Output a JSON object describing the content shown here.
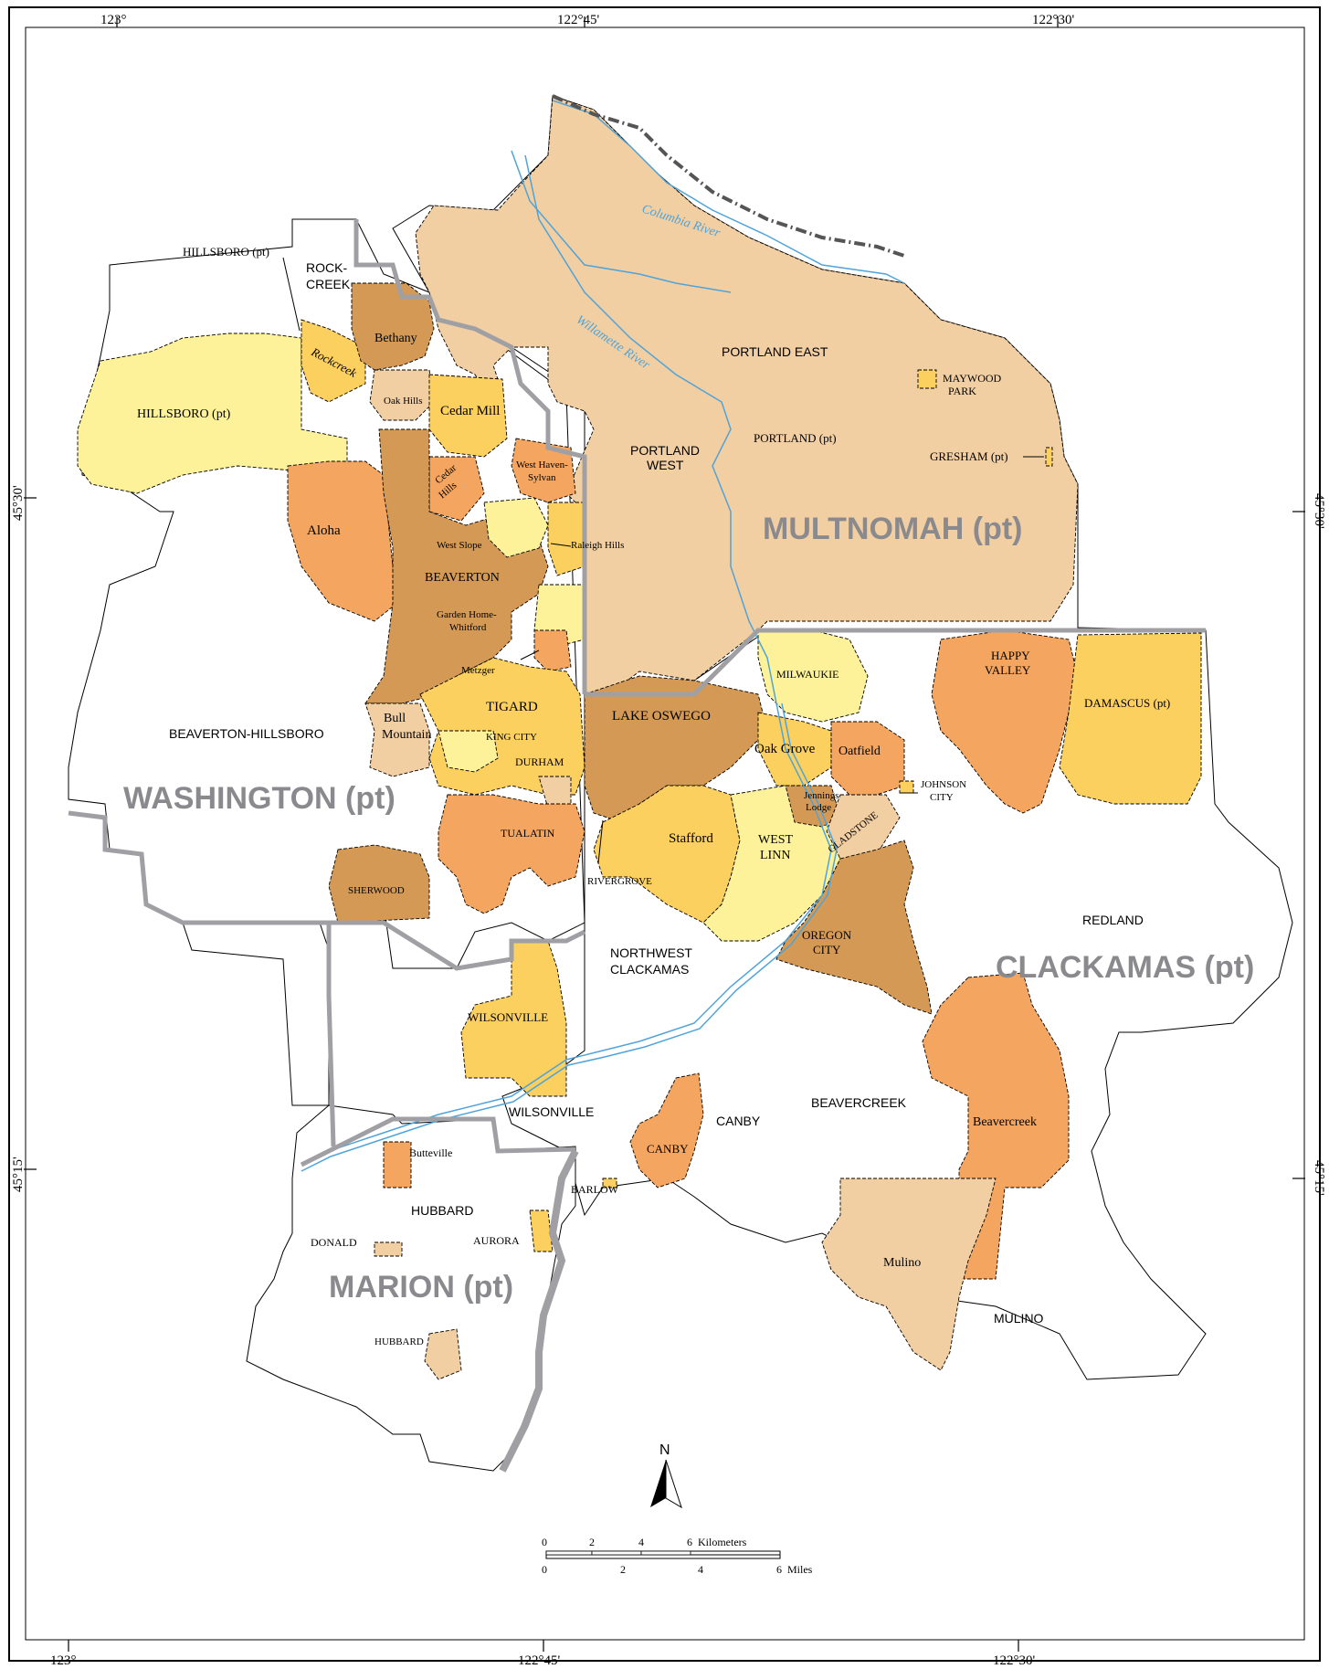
{
  "colors": {
    "frame": "#000000",
    "county_line": "#a0a0a4",
    "county_label": "#8a8a8e",
    "river": "#4fa3d9",
    "place_light_yellow": "#fdf29a",
    "place_gold": "#fcd05f",
    "place_orange": "#f4a660",
    "place_brown": "#d49a55",
    "place_tan": "#f2cfa2",
    "outline": "#000000"
  },
  "graticule": {
    "top": [
      "123°",
      "122°45'",
      "122°30'"
    ],
    "bottom": [
      "123°",
      "122°45'",
      "122°30'"
    ],
    "left": [
      "45°30'",
      "45°15'"
    ],
    "right": [
      "45°30'",
      "45°15'"
    ]
  },
  "counties": [
    {
      "id": "multnomah",
      "label": "MULTNOMAH (pt)"
    },
    {
      "id": "washington",
      "label": "WASHINGTON (pt)"
    },
    {
      "id": "clackamas",
      "label": "CLACKAMAS (pt)"
    },
    {
      "id": "marion",
      "label": "MARION (pt)"
    }
  ],
  "ccds": [
    "ROCK-",
    "CREEK",
    "PORTLAND EAST",
    "PORTLAND",
    "WEST",
    "BEAVERTON-HILLSBORO",
    "NORTHWEST",
    "CLACKAMAS",
    "REDLAND",
    "CANBY",
    "BEAVERCREEK",
    "MULINO",
    "WILSONVILLE",
    "HUBBARD"
  ],
  "places": [
    "HILLSBORO (pt)",
    "HILLSBORO (pt)",
    "Rockcreek",
    "Bethany",
    "Oak Hills",
    "Cedar Mill",
    "West Haven-",
    "Sylvan",
    "Cedar",
    "Hills",
    "Aloha",
    "West Slope",
    "Raleigh Hills",
    "BEAVERTON",
    "Garden Home-",
    "Whitford",
    "Metzger",
    "TIGARD",
    "KING CITY",
    "Bull",
    "Mountain",
    "DURHAM",
    "TUALATIN",
    "SHERWOOD",
    "RIVERGROVE",
    "LAKE OSWEGO",
    "Stafford",
    "WEST",
    "LINN",
    "MILWAUKIE",
    "Oak Grove",
    "Oatfield",
    "Jennings",
    "Lodge",
    "GLADSTONE",
    "JOHNSON",
    "CITY",
    "OREGON",
    "CITY",
    "HAPPY",
    "VALLEY",
    "DAMASCUS (pt)",
    "MAYWOOD",
    "PARK",
    "PORTLAND (pt)",
    "GRESHAM (pt)",
    "WILSONVILLE",
    "Butteville",
    "CANBY",
    "BARLOW",
    "Beavercreek",
    "Mulino",
    "DONALD",
    "AURORA",
    "HUBBARD"
  ],
  "rivers": [
    "Columbia River",
    "Willamette River"
  ],
  "north_arrow": "N",
  "scale": {
    "km_ticks": [
      "0",
      "2",
      "4",
      "6"
    ],
    "km_unit": "Kilometers",
    "mi_ticks": [
      "0",
      "2",
      "4",
      "6"
    ],
    "mi_unit": "Miles"
  }
}
